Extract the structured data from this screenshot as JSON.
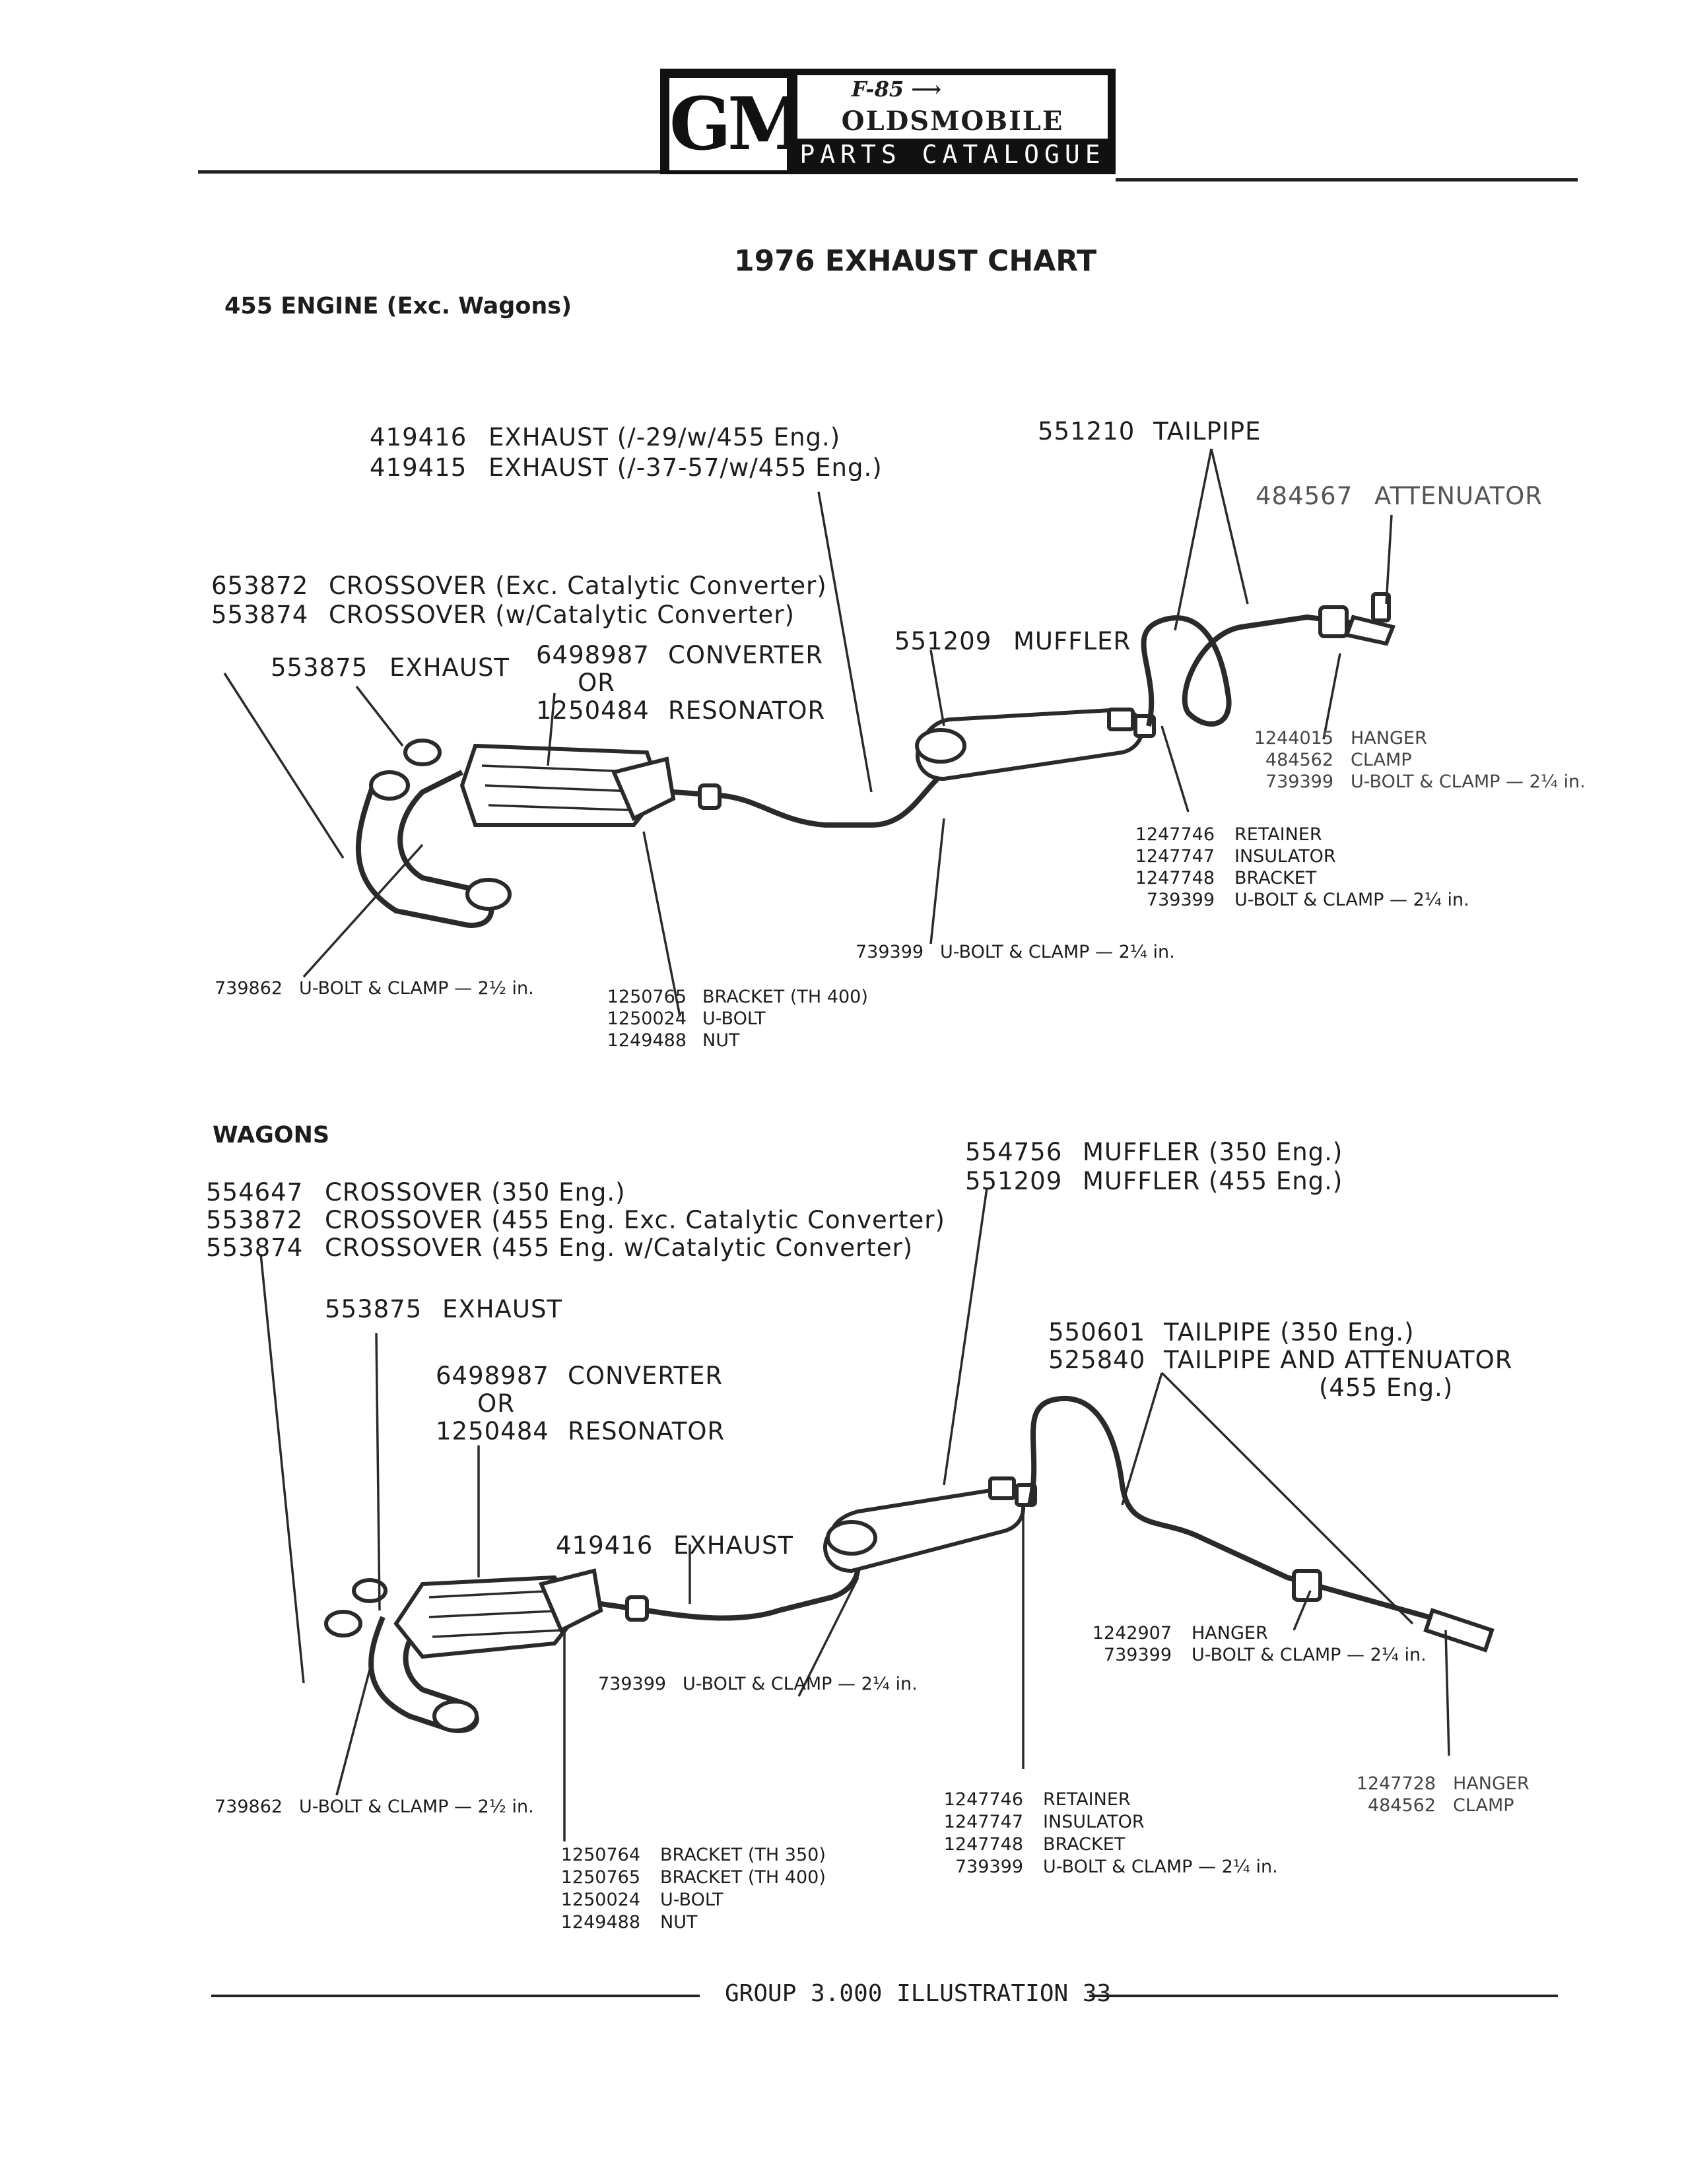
{
  "header": {
    "brand_mark": "GM",
    "model": "F-85",
    "make": "OLDSMOBILE",
    "subtitle": "PARTS CATALOGUE"
  },
  "title": "1976 EXHAUST CHART",
  "section1": {
    "heading": "455 ENGINE (Exc. Wagons)",
    "callouts": [
      {
        "codes": [
          "419416",
          "419415"
        ],
        "texts": [
          "EXHAUST (/-29/w/455 Eng.)",
          "EXHAUST (/-37-57/w/455 Eng.)"
        ]
      },
      {
        "codes": [
          "551210"
        ],
        "texts": [
          "TAILPIPE"
        ]
      },
      {
        "codes": [
          "484567"
        ],
        "texts": [
          "ATTENUATOR"
        ]
      },
      {
        "codes": [
          "653872",
          "553874"
        ],
        "texts": [
          "CROSSOVER (Exc. Catalytic Converter)",
          "CROSSOVER (w/Catalytic Converter)"
        ]
      },
      {
        "codes": [
          "553875"
        ],
        "texts": [
          "EXHAUST"
        ]
      },
      {
        "codes": [
          "6498987",
          "OR",
          "1250484"
        ],
        "texts": [
          "CONVERTER",
          "",
          "RESONATOR"
        ]
      },
      {
        "codes": [
          "551209"
        ],
        "texts": [
          "MUFFLER"
        ]
      },
      {
        "codes": [
          "1244015",
          "484562",
          "739399"
        ],
        "texts": [
          "HANGER",
          "CLAMP",
          "U-BOLT & CLAMP — 2¼ in."
        ]
      },
      {
        "codes": [
          "1247746",
          "1247747",
          "1247748",
          "739399"
        ],
        "texts": [
          "RETAINER",
          "INSULATOR",
          "BRACKET",
          "U-BOLT & CLAMP — 2¼ in."
        ]
      },
      {
        "codes": [
          "739399"
        ],
        "texts": [
          "U-BOLT & CLAMP — 2¼ in."
        ]
      },
      {
        "codes": [
          "739862"
        ],
        "texts": [
          "U-BOLT & CLAMP — 2½ in."
        ]
      },
      {
        "codes": [
          "1250765",
          "1250024",
          "1249488"
        ],
        "texts": [
          "BRACKET (TH 400)",
          "U-BOLT",
          "NUT"
        ]
      }
    ]
  },
  "section2": {
    "heading": "WAGONS",
    "callouts": [
      {
        "codes": [
          "554756",
          "551209"
        ],
        "texts": [
          "MUFFLER (350 Eng.)",
          "MUFFLER (455 Eng.)"
        ]
      },
      {
        "codes": [
          "554647",
          "553872",
          "553874"
        ],
        "texts": [
          "CROSSOVER (350 Eng.)",
          "CROSSOVER (455 Eng. Exc. Catalytic Converter)",
          "CROSSOVER (455 Eng. w/Catalytic Converter)"
        ]
      },
      {
        "codes": [
          "553875"
        ],
        "texts": [
          "EXHAUST"
        ]
      },
      {
        "codes": [
          "550601",
          "525840"
        ],
        "texts": [
          "TAILPIPE (350 Eng.)",
          "TAILPIPE AND ATTENUATOR"
        ],
        "note": "(455 Eng.)"
      },
      {
        "codes": [
          "6498987",
          "OR",
          "1250484"
        ],
        "texts": [
          "CONVERTER",
          "",
          "RESONATOR"
        ]
      },
      {
        "codes": [
          "419416"
        ],
        "texts": [
          "EXHAUST"
        ]
      },
      {
        "codes": [
          "1242907",
          "739399"
        ],
        "texts": [
          "HANGER",
          "U-BOLT & CLAMP — 2¼ in."
        ]
      },
      {
        "codes": [
          "739399"
        ],
        "texts": [
          "U-BOLT & CLAMP — 2¼ in."
        ]
      },
      {
        "codes": [
          "1247728",
          "484562"
        ],
        "texts": [
          "HANGER",
          "CLAMP"
        ]
      },
      {
        "codes": [
          "739862"
        ],
        "texts": [
          "U-BOLT & CLAMP — 2½ in."
        ]
      },
      {
        "codes": [
          "1247746",
          "1247747",
          "1247748",
          "739399"
        ],
        "texts": [
          "RETAINER",
          "INSULATOR",
          "BRACKET",
          "U-BOLT & CLAMP — 2¼ in."
        ]
      },
      {
        "codes": [
          "1250764",
          "1250765",
          "1250024",
          "1249488"
        ],
        "texts": [
          "BRACKET (TH 350)",
          "BRACKET (TH 400)",
          "U-BOLT",
          "NUT"
        ]
      }
    ]
  },
  "footer": "GROUP 3.000 ILLUSTRATION 33"
}
